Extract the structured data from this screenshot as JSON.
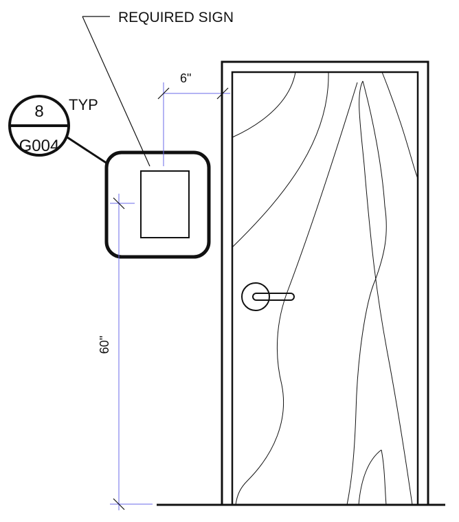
{
  "callout": {
    "label": "REQUIRED SIGN"
  },
  "detail_tag": {
    "number": "8",
    "sheet": "G004",
    "note": "TYP"
  },
  "dimensions": {
    "offset_from_frame": "6\"",
    "mounting_height": "60\""
  },
  "colors": {
    "linework": "#111111",
    "dimension_lines": "#6a6ae8",
    "background": "#ffffff"
  }
}
